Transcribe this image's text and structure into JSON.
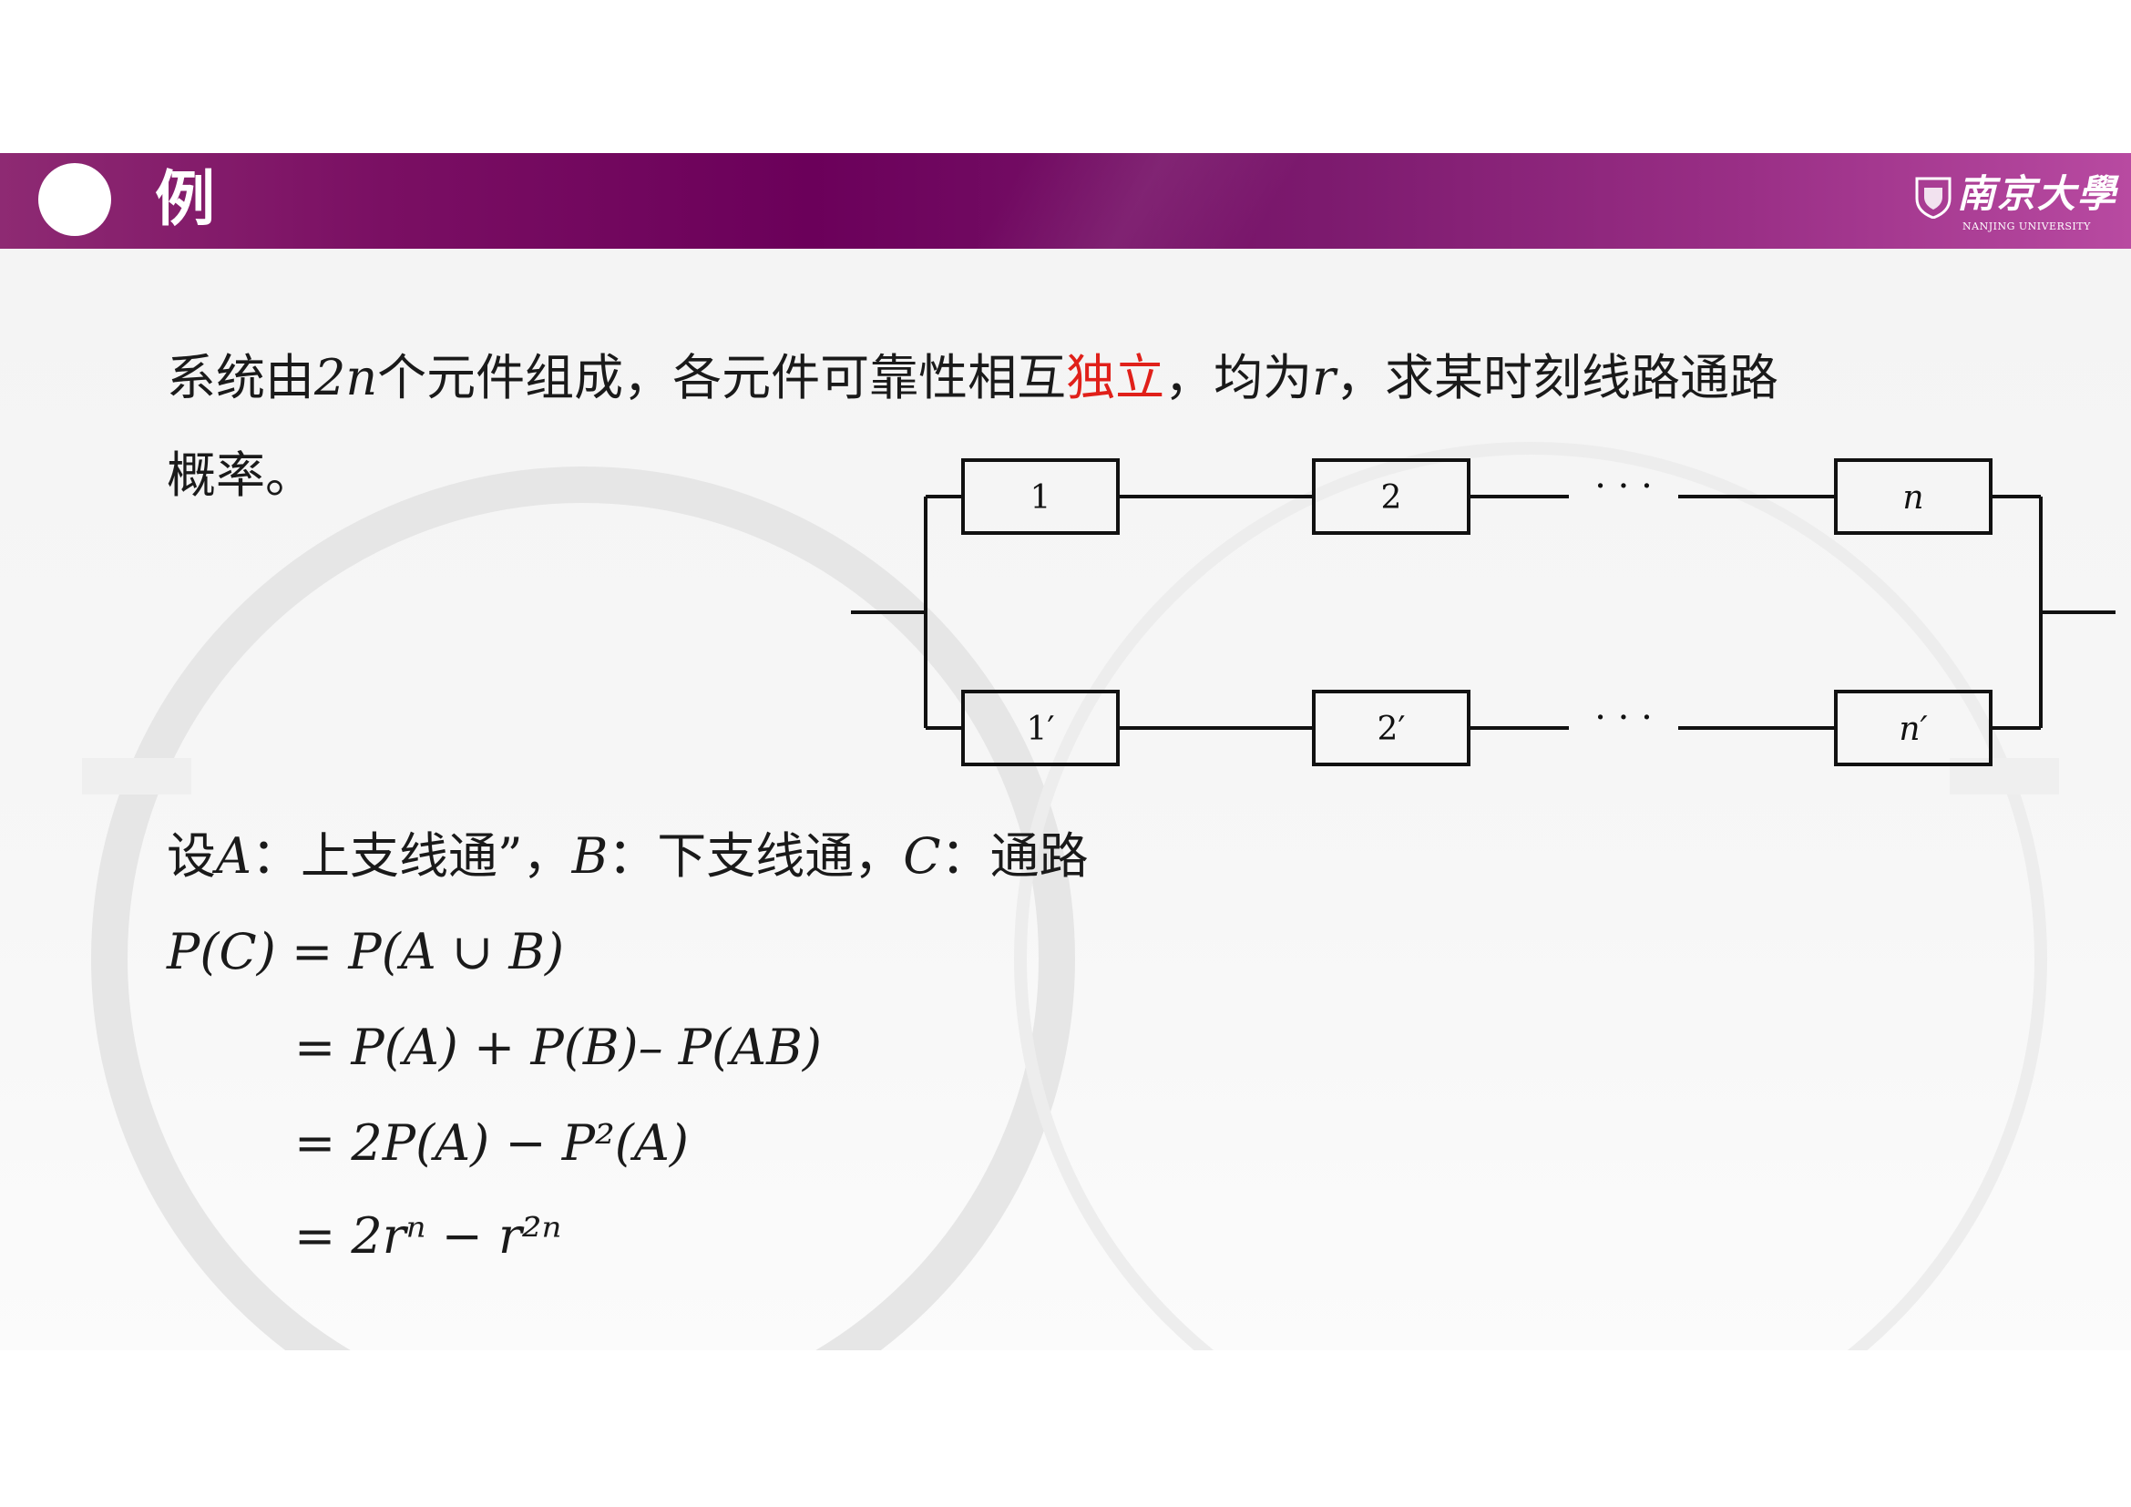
{
  "header": {
    "title": "例",
    "logo": {
      "text": "南京大學",
      "subtitle": "NANJING UNIVERSITY"
    }
  },
  "problem": {
    "line1_a": "系统由",
    "line1_var": "2n",
    "line1_b": "个元件组成，各元件可靠性相互",
    "line1_highlight": "独立",
    "line1_c": "，均为",
    "line1_var2": "r",
    "line1_d": "，求某时刻线路通路",
    "line2": "概率。"
  },
  "diagram": {
    "top_boxes": [
      "1",
      "2",
      "n"
    ],
    "bottom_boxes": [
      "1′",
      "2′",
      "n′"
    ],
    "ellipsis": "· · ·"
  },
  "definitions": {
    "prefix": "设",
    "a": "A",
    "a_text": "：上支线通”，",
    "b": "B",
    "b_text": "：下支线通，",
    "c": "C",
    "c_text": "：通路"
  },
  "equations": [
    "P(C) =  P(A ∪ B)",
    "= P(A) + P(B)– P(AB)",
    "= 2P(A) − P²(A)",
    "= 2rⁿ − r²ⁿ"
  ],
  "colors": {
    "header_band": "#6b005a",
    "highlight": "#e0201a"
  }
}
